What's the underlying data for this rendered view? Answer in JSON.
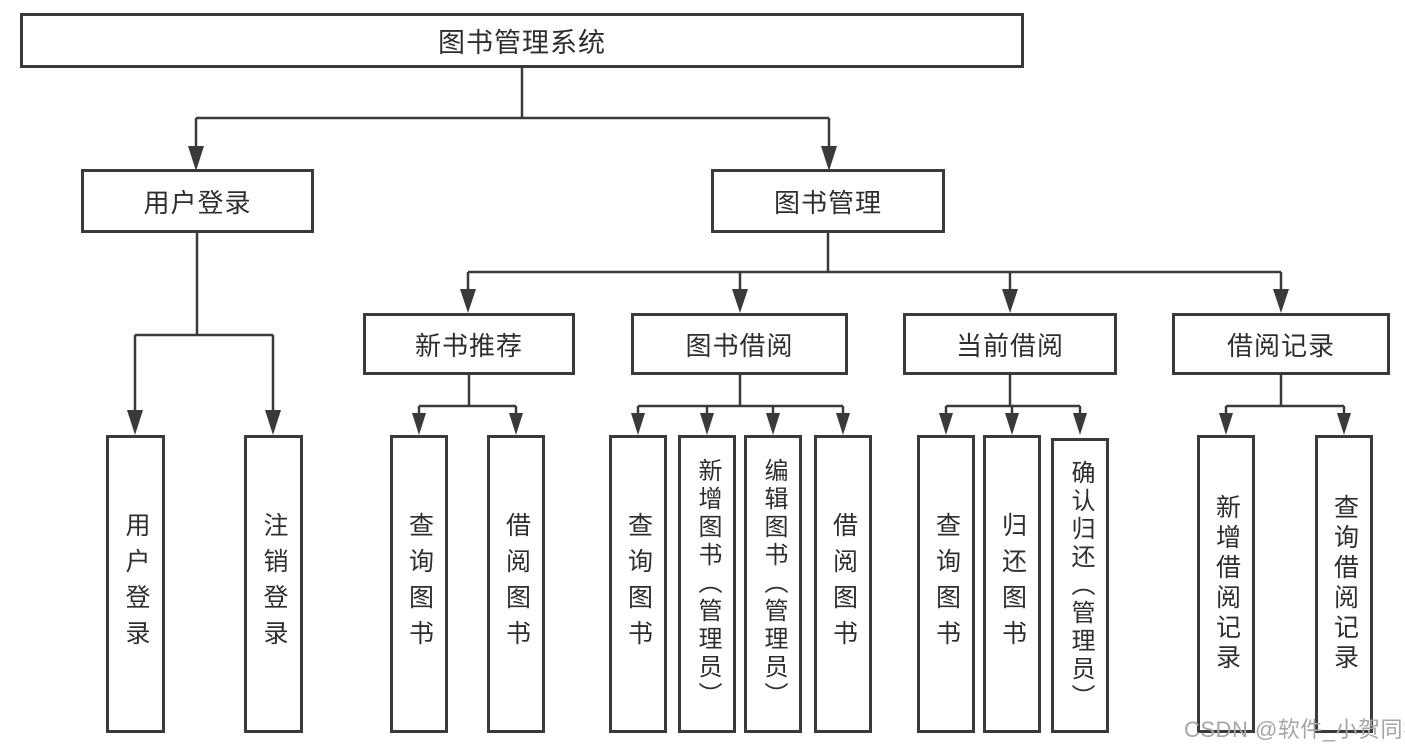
{
  "tree": {
    "root": {
      "label": "图书管理系统"
    },
    "level2": [
      {
        "label": "用户登录"
      },
      {
        "label": "图书管理"
      }
    ],
    "level3": [
      {
        "label": "新书推荐"
      },
      {
        "label": "图书借阅"
      },
      {
        "label": "当前借阅"
      },
      {
        "label": "借阅记录"
      }
    ],
    "leaves": [
      {
        "label": "用户登录"
      },
      {
        "label": "注销登录"
      },
      {
        "label": "查询图书"
      },
      {
        "label": "借阅图书"
      },
      {
        "label": "查询图书"
      },
      {
        "label": "新增图书（管理员）"
      },
      {
        "label": "编辑图书（管理员）"
      },
      {
        "label": "借阅图书"
      },
      {
        "label": "查询图书"
      },
      {
        "label": "归还图书"
      },
      {
        "label": "确认归还（管理员）"
      },
      {
        "label": "新增借阅记录"
      },
      {
        "label": "查询借阅记录"
      }
    ]
  },
  "watermark": {
    "text": "CSDN @软件_小贺同学"
  },
  "colors": {
    "line": "#3a3a3a",
    "text": "#2e2e2e",
    "watermark": "#a6a6a6",
    "background": "#ffffff"
  }
}
